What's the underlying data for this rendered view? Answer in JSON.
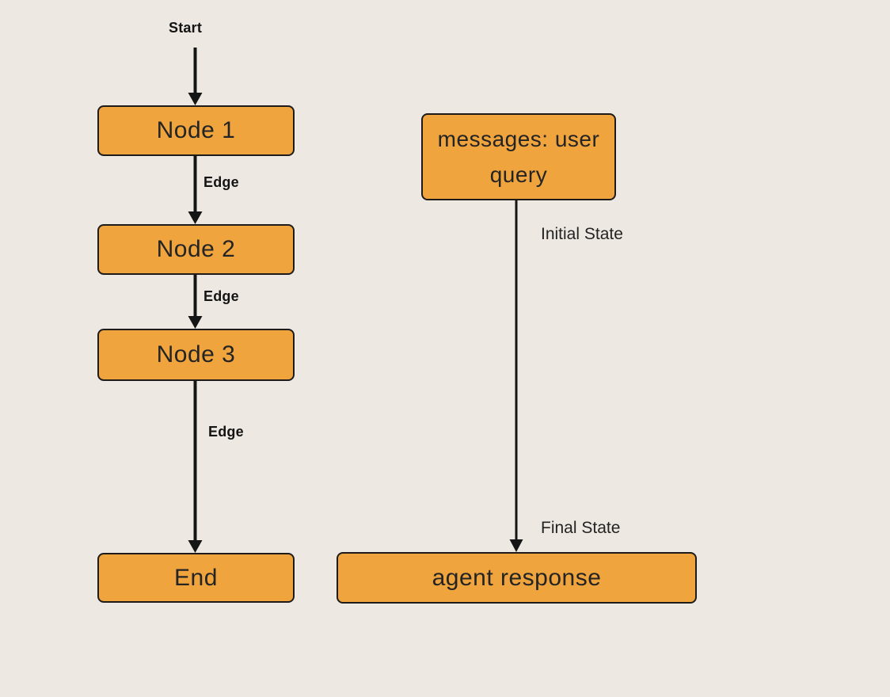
{
  "canvas": {
    "background_color": "#ede9e2",
    "node_fill_color": "#f0a43e",
    "node_border_color": "#1d1c1a",
    "arrow_color": "#151515",
    "text_color": "#1f1f1f"
  },
  "flow": {
    "start_label": "Start",
    "nodes": [
      {
        "label": "Node 1"
      },
      {
        "label": "Node 2"
      },
      {
        "label": "Node 3"
      },
      {
        "label": "End"
      }
    ],
    "edge_labels": [
      "Edge",
      "Edge",
      "Edge"
    ]
  },
  "state_flow": {
    "initial_box_label": "messages: user query",
    "initial_state_label": "Initial State",
    "final_state_label": "Final State",
    "final_box_label": "agent response"
  }
}
